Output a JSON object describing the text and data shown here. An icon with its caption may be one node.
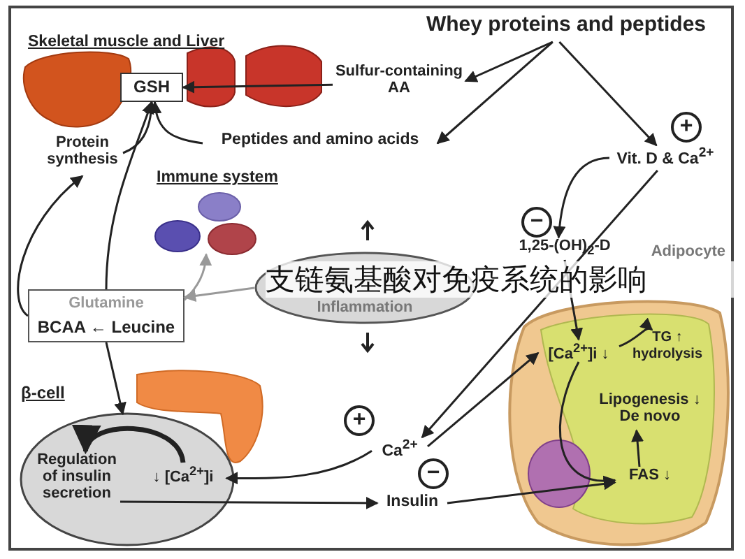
{
  "diagram": {
    "title": "支链氨基酸对免疫系统的影响",
    "nodes": [
      {
        "text": [
          "Whey proteins and peptides"
        ]
      },
      {
        "text": [
          "Sulfur-containing AA"
        ]
      },
      {
        "text": [
          "GSH"
        ]
      },
      {
        "text": [
          "Peptides and amino acids"
        ]
      },
      {
        "text": [
          "Protein synthesis"
        ]
      },
      {
        "text": [
          "Vit. D & Ca$^{2+}$"
        ]
      },
      {
        "text": [
          "1,25-(OH)$_{2}$-D"
        ]
      },
      {
        "text": [],
        "shape": "picture",
        "beside": [
          "Immune system"
        ]
      },
      {
        "text": [
          "Inflammation"
        ]
      },
      {
        "text": [
          "Glutamine",
          "BCAA ← Leucine"
        ]
      },
      {
        "text": [
          "Adipocyte"
        ]
      },
      {
        "text": [
          "[Ca$^{2+}$]i ↓"
        ],
        "in": 10
      },
      {
        "text": [
          "TG ↑ hydrolysis"
        ],
        "in": 10
      },
      {
        "text": [
          "Lipogenesis ↓ De novo"
        ],
        "in": 10
      },
      {
        "text": [
          "FAS ↓"
        ],
        "in": 10
      },
      {
        "text": [
          "Ca$^{2+}$"
        ]
      },
      {
        "text": [
          "Insulin"
        ]
      },
      {
        "text": [
          "β-cell"
        ]
      },
      {
        "text": [
          "↓ [Ca$^{2+}$]i"
        ],
        "in": 17
      },
      {
        "text": [
          "Regulation of insulin secretion"
        ],
        "in": 17
      }
    ],
    "edges": [
      {
        "from": 0,
        "to": 1,
        "arrow": "to"
      },
      {
        "from": 0,
        "to": 3,
        "arrow": "to"
      },
      {
        "from": 0,
        "to": 5,
        "arrow": "to"
      },
      {
        "from": 1,
        "to": 2,
        "arrow": "to"
      },
      {
        "from": 3,
        "to": 2,
        "arrow": "to"
      },
      {
        "from": 4,
        "to": 2,
        "arrow": "to"
      },
      {
        "from": 9,
        "to": 4,
        "arrow": "to"
      },
      {
        "from": 9,
        "to": 2,
        "arrow": "to"
      },
      {
        "from": 9,
        "to": 7,
        "arrow": "to",
        "color": "#999999"
      },
      {
        "from": 8,
        "to": 9,
        "arrow": "to",
        "color": "#999999"
      },
      {
        "from": 9,
        "to": 17,
        "arrow": "to"
      },
      {
        "from": 5,
        "to": 6,
        "arrow": "to"
      },
      {
        "from": 5,
        "to": 15,
        "arrow": "to"
      },
      {
        "from": 6,
        "to": 11,
        "arrow": "to"
      },
      {
        "from": 15,
        "to": 11,
        "arrow": "to"
      },
      {
        "from": 15,
        "to": 18,
        "arrow": "to"
      },
      {
        "from": 11,
        "to": 12,
        "arrow": "to"
      },
      {
        "from": 11,
        "to": 14,
        "arrow": "to"
      },
      {
        "from": 14,
        "to": 13,
        "arrow": "to"
      },
      {
        "from": 16,
        "to": 14,
        "arrow": "to"
      },
      {
        "from": 19,
        "to": 16,
        "arrow": "to"
      },
      {
        "from": 18,
        "to": 19,
        "arrow": "to",
        "style": "thick"
      }
    ],
    "labels": [
      "Skeletal muscle and Liver",
      "+",
      "−",
      "+",
      "−"
    ]
  }
}
